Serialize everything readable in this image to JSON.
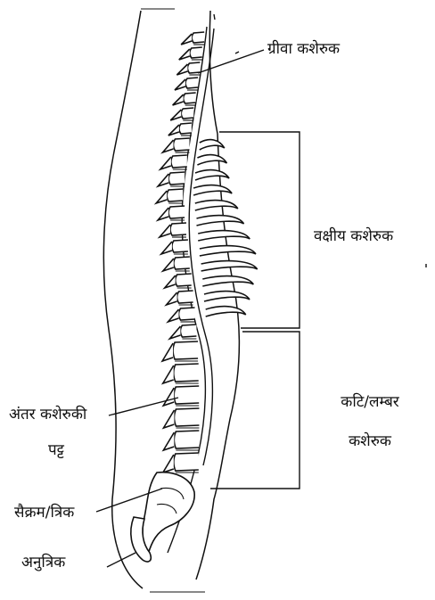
{
  "labels": {
    "cervical": "ग्रीवा कशेरुक",
    "thoracic": "वक्षीय कशेरुक",
    "lumbar_line1": "कटि/लम्बर",
    "lumbar_line2": "कशेरुक",
    "disc_line1": "अंतर कशेरुकी",
    "disc_line2": "पट्ट",
    "sacrum": "सैक्रम/त्रिक",
    "coccyx": "अनुत्रिक"
  },
  "colors": {
    "ink": "#111111",
    "background": "#ffffff"
  }
}
